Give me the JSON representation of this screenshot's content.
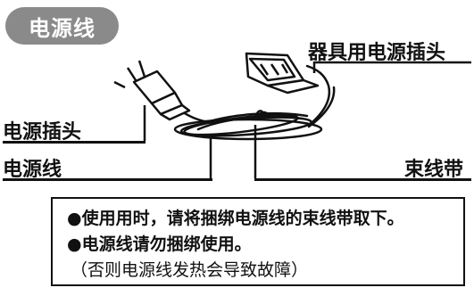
{
  "badge": {
    "label": "电源线"
  },
  "labels": {
    "appliance_plug": "器具用电源插头",
    "power_plug": "电源插头",
    "power_cord": "电源线",
    "cable_tie": "束线带"
  },
  "notice": {
    "line1": "●使用用时，请将捆绑电源线的束线带取下。",
    "line2": "●电源线请勿捆绑使用。",
    "line3": "（否则电源线发热会导致故障）"
  },
  "colors": {
    "badge_bg": "#8a8a8a",
    "badge_text": "#ffffff",
    "ink": "#111111"
  },
  "icons": [
    "power-plug-icon",
    "appliance-coupler-icon",
    "coiled-cord-icon"
  ]
}
